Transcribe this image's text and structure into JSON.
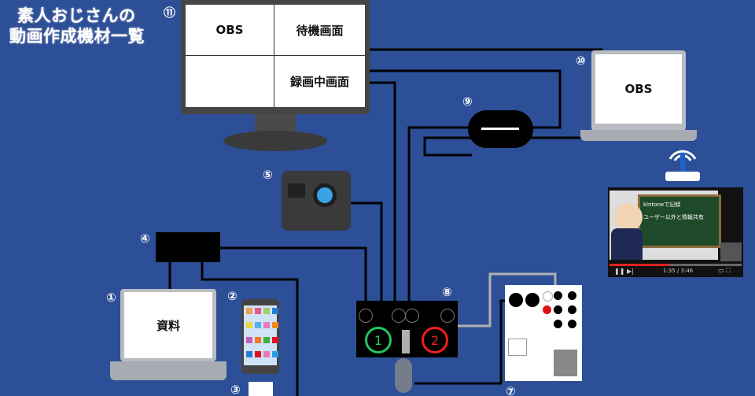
{
  "title": {
    "line1": "素人おじさんの",
    "line2": "動画作成機材一覧"
  },
  "colors": {
    "background": "#2c4f97",
    "cable": "#000000",
    "audio_cable": "#b0b0b0",
    "channel1": "#22c55e",
    "channel2": "#ef2020"
  },
  "monitor": {
    "number": "⑪",
    "quadrants": [
      "OBS",
      "待機画面",
      "",
      "録画中画面"
    ]
  },
  "streaming_laptop": {
    "number": "⑩",
    "screen_label": "OBS"
  },
  "capture_device": {
    "number": "⑨"
  },
  "camera": {
    "number": "⑤"
  },
  "switcher": {
    "number": "④"
  },
  "material_laptop": {
    "number": "①",
    "screen_label": "資料"
  },
  "smartphone": {
    "number": "②"
  },
  "phone_adapter": {
    "number": "③"
  },
  "mixer": {
    "number": "⑧",
    "channels": [
      "1",
      "2"
    ]
  },
  "audio_interface": {
    "number": "⑦"
  },
  "video_preview": {
    "heading": "kintoneで記録",
    "subheading": "ユーザー以外と情報共有",
    "time": "1:35 / 3:46"
  }
}
